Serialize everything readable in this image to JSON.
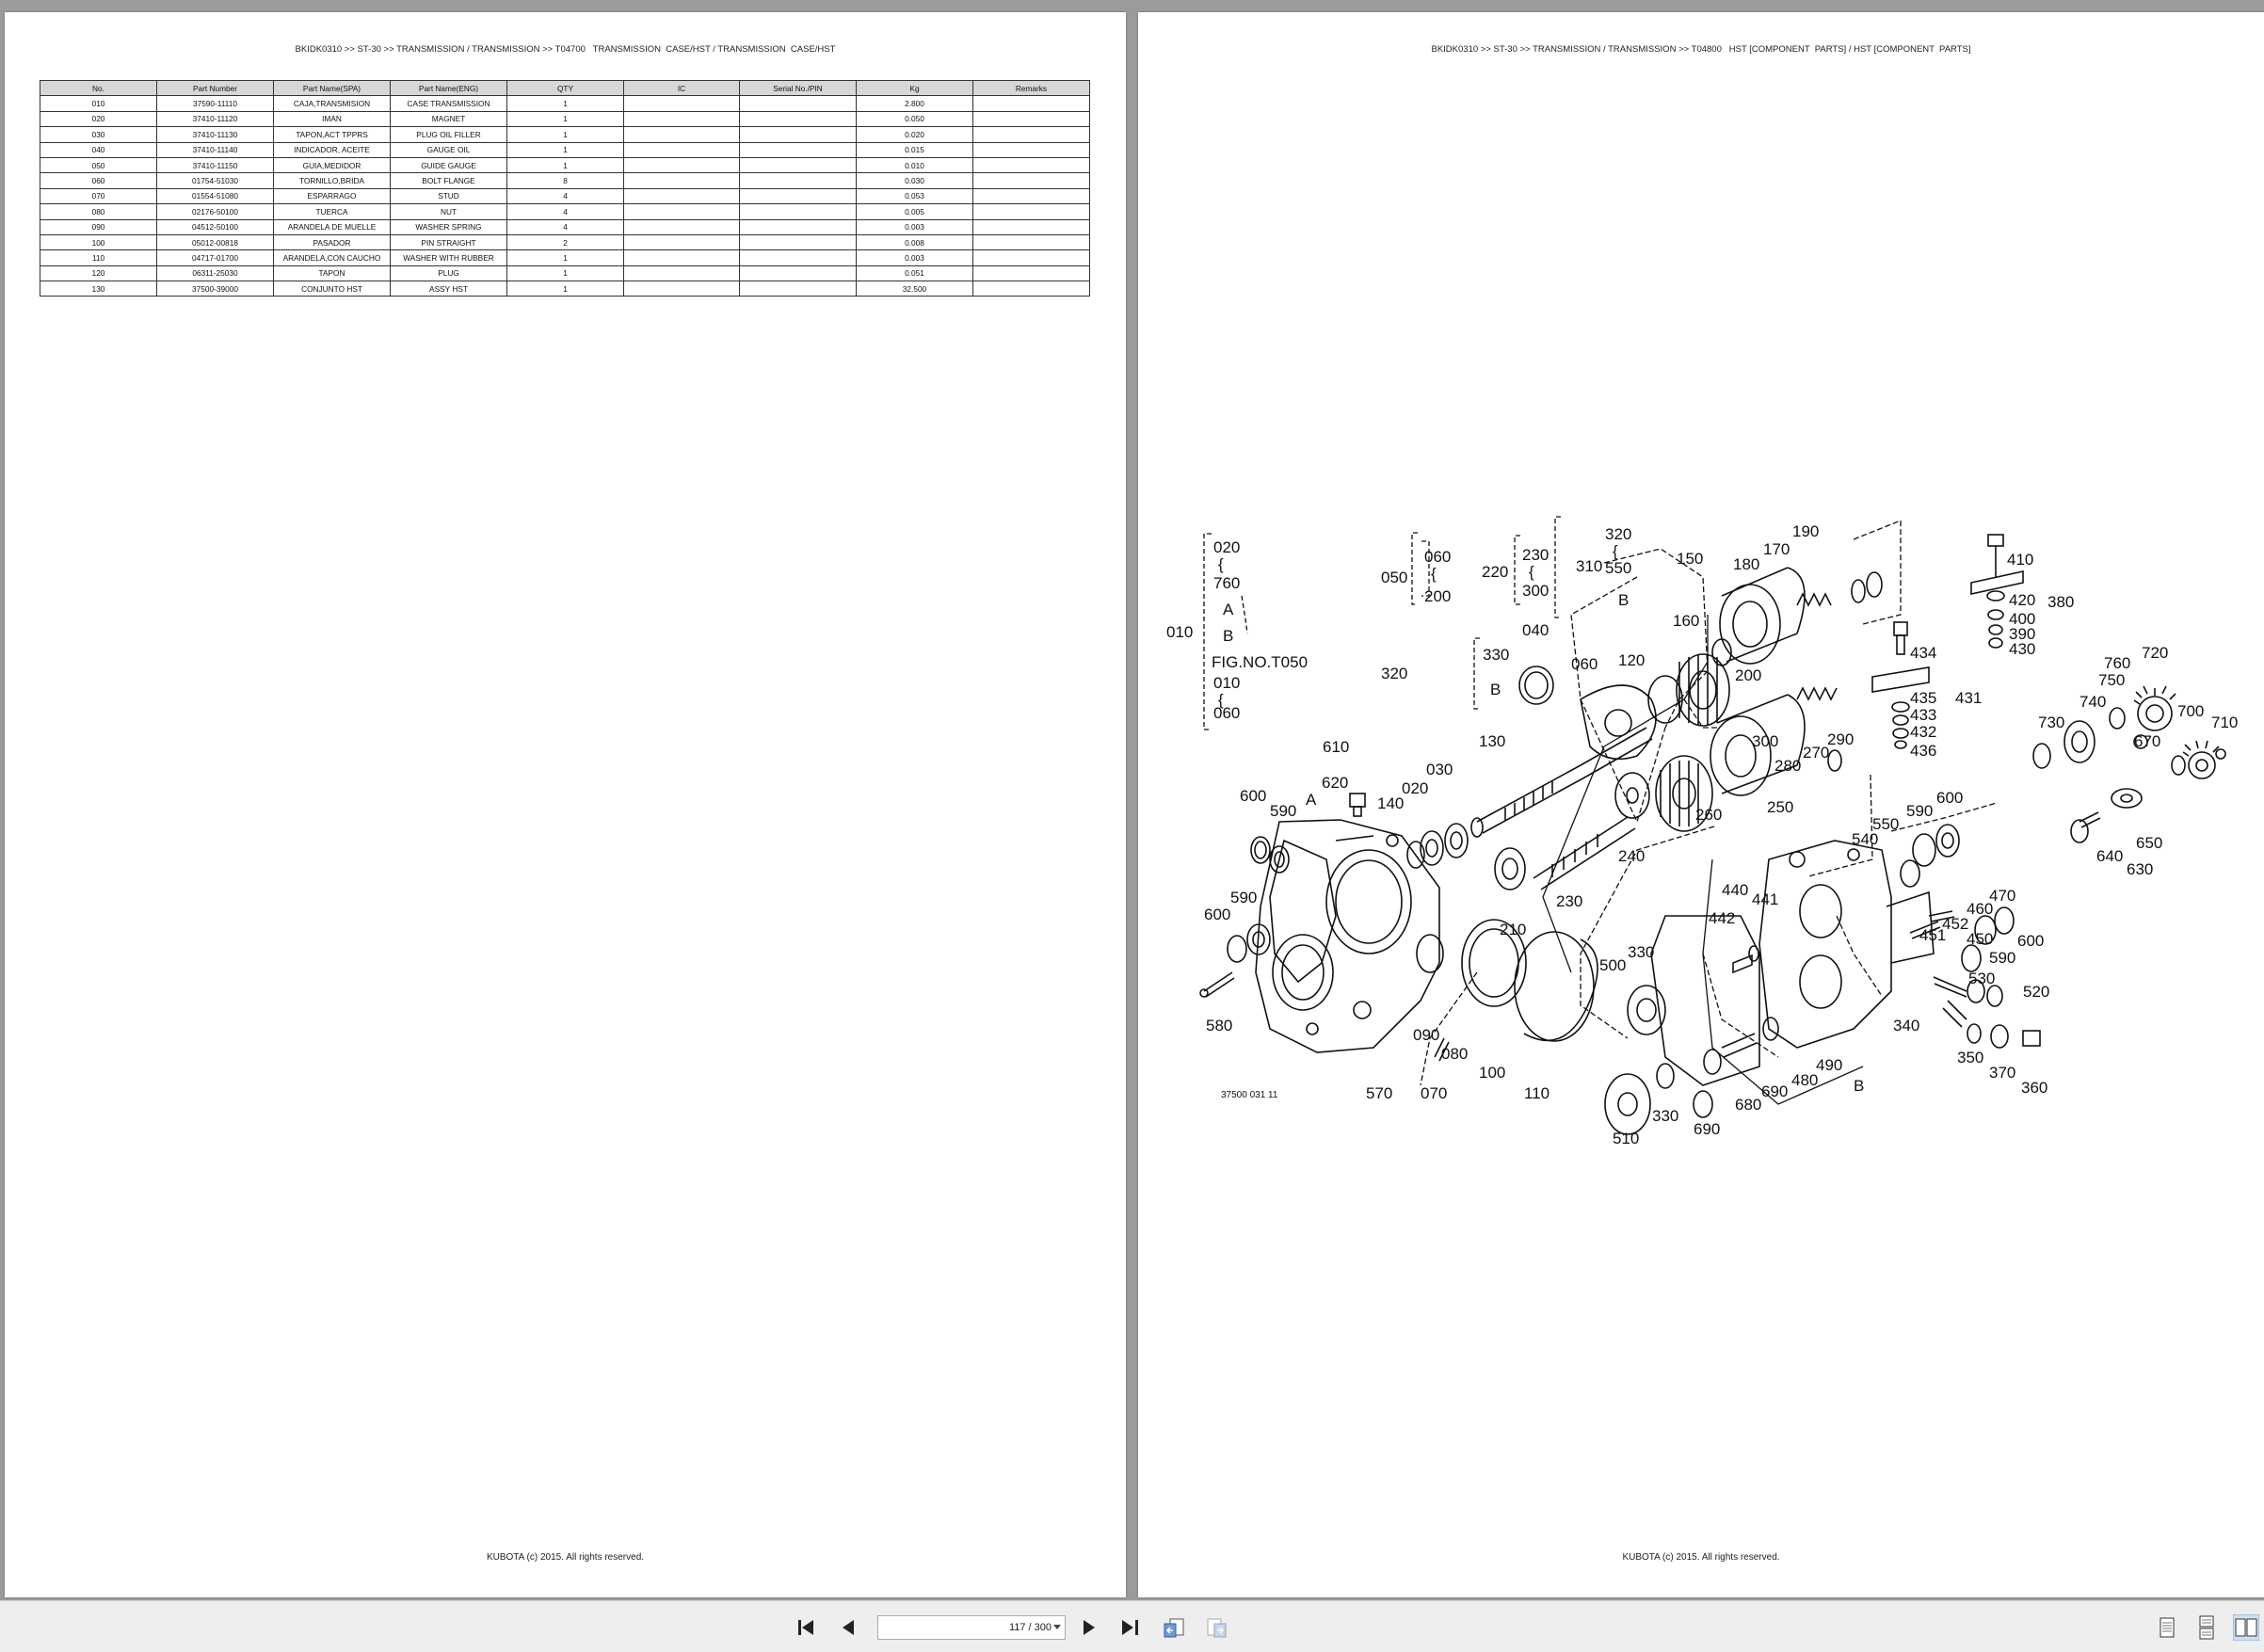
{
  "left_page": {
    "breadcrumb": "BKIDK0310 >> ST-30 >> TRANSMISSION / TRANSMISSION >> T04700   TRANSMISSION  CASE/HST / TRANSMISSION  CASE/HST",
    "table": {
      "headers": [
        "No.",
        "Part Number",
        "Part Name(SPA)",
        "Part Name(ENG)",
        "QTY",
        "IC",
        "Serial No./PIN",
        "Kg",
        "Remarks"
      ],
      "rows": [
        [
          "010",
          "37590-11110",
          "CAJA,TRANSMISION",
          "CASE TRANSMISSION",
          "1",
          "",
          "",
          "2.800",
          ""
        ],
        [
          "020",
          "37410-11120",
          "IMAN",
          "MAGNET",
          "1",
          "",
          "",
          "0.050",
          ""
        ],
        [
          "030",
          "37410-11130",
          "TAPON,ACT TPPRS",
          "PLUG OIL FILLER",
          "1",
          "",
          "",
          "0.020",
          ""
        ],
        [
          "040",
          "37410-11140",
          "INDICADOR, ACEITE",
          "GAUGE OIL",
          "1",
          "",
          "",
          "0.015",
          ""
        ],
        [
          "050",
          "37410-11150",
          "GUIA,MEDIDOR",
          "GUIDE GAUGE",
          "1",
          "",
          "",
          "0.010",
          ""
        ],
        [
          "060",
          "01754-51030",
          "TORNILLO,BRIDA",
          "BOLT FLANGE",
          "8",
          "",
          "",
          "0.030",
          ""
        ],
        [
          "070",
          "01554-51080",
          "ESPARRAGO",
          "STUD",
          "4",
          "",
          "",
          "0.053",
          ""
        ],
        [
          "080",
          "02176-50100",
          "TUERCA",
          "NUT",
          "4",
          "",
          "",
          "0.005",
          ""
        ],
        [
          "090",
          "04512-50100",
          "ARANDELA DE MUELLE",
          "WASHER SPRING",
          "4",
          "",
          "",
          "0.003",
          ""
        ],
        [
          "100",
          "05012-00818",
          "PASADOR",
          "PIN STRAIGHT",
          "2",
          "",
          "",
          "0.008",
          ""
        ],
        [
          "110",
          "04717-01700",
          "ARANDELA,CON CAUCHO",
          "WASHER WITH RUBBER",
          "1",
          "",
          "",
          "0.003",
          ""
        ],
        [
          "120",
          "06311-25030",
          "TAPON",
          "PLUG",
          "1",
          "",
          "",
          "0.051",
          ""
        ],
        [
          "130",
          "37500-39000",
          "CONJUNTO HST",
          "ASSY HST",
          "1",
          "",
          "",
          "32.500",
          ""
        ]
      ]
    },
    "footer": "KUBOTA (c) 2015. All rights reserved."
  },
  "right_page": {
    "breadcrumb": "BKIDK0310 >> ST-30 >> TRANSMISSION / TRANSMISSION >> T04800   HST [COMPONENT  PARTS] / HST [COMPONENT  PARTS]",
    "diagram": {
      "figure_code": "37500  031  11",
      "labels": {
        "l010": "010",
        "l050": "050",
        "l220": "220",
        "l310": "310",
        "l320b": "320",
        "l150": "150",
        "l180": "180",
        "l170": "170",
        "l190": "190",
        "l410": "410",
        "l420": "420",
        "l380": "380",
        "l400": "400",
        "l390": "390",
        "l430": "430",
        "l040": "040",
        "l060": "060",
        "l120": "120",
        "l160": "160",
        "l200": "200",
        "l434": "434",
        "l435": "435",
        "l431": "431",
        "l433": "433",
        "l432": "432",
        "l436": "436",
        "l720": "720",
        "l760": "760",
        "l740": "740",
        "l750": "750",
        "l730": "730",
        "l700": "700",
        "l710": "710",
        "l670": "670",
        "l650": "650",
        "l640": "640",
        "l630": "630",
        "l610": "610",
        "l620": "620",
        "l130": "130",
        "l030": "030",
        "l020": "020",
        "l140": "140",
        "l600a": "600",
        "l590a": "590",
        "lA": "A",
        "l300": "300",
        "l290": "290",
        "l270": "270",
        "l280": "280",
        "l260": "260",
        "l250": "250",
        "l240": "240",
        "l230": "230",
        "l210": "210",
        "l550": "550",
        "l590b": "590",
        "l600b": "600",
        "l540": "540",
        "l440": "440",
        "l441": "441",
        "l442": "442",
        "l470": "470",
        "l460": "460",
        "l452": "452",
        "l451": "451",
        "l450": "450",
        "l600c": "600",
        "l590c": "590",
        "l600d": "600",
        "l590d": "590",
        "l580": "580",
        "l500": "500",
        "l330a": "330",
        "l530": "530",
        "l520": "520",
        "l340": "340",
        "l350": "350",
        "l370": "370",
        "l360": "360",
        "l090": "090",
        "l080": "080",
        "l100": "100",
        "l110": "110",
        "l070": "070",
        "l570": "570",
        "l490": "490",
        "l480": "480",
        "l690a": "690",
        "l680": "680",
        "lB": "B",
        "l330b": "330",
        "l690b": "690",
        "l510": "510"
      },
      "bracket_020_760": [
        "020",
        "760",
        "A",
        "B",
        "FIG.NO.T050",
        "010",
        "060"
      ],
      "bracket_060_200": [
        "060",
        "200"
      ],
      "bracket_230_300": [
        "230",
        "300"
      ],
      "bracket_320_550": [
        "320",
        "550",
        "B"
      ],
      "bracket_330_B": [
        "330",
        "B"
      ]
    },
    "footer": "KUBOTA (c) 2015. All rights reserved."
  },
  "toolbar": {
    "page_indicator": "117 / 300",
    "icons": [
      "first-page-icon",
      "previous-page-icon",
      "next-page-icon",
      "last-page-icon",
      "go-back-icon",
      "go-forward-icon",
      "single-page-view-icon",
      "continuous-view-icon",
      "two-page-view-icon"
    ]
  }
}
